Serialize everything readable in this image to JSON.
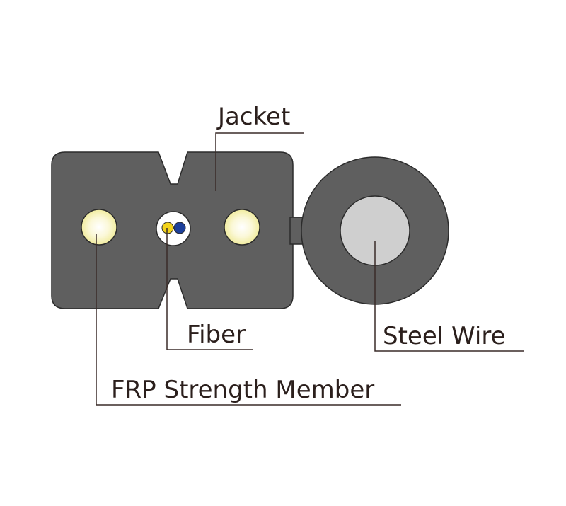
{
  "labels": {
    "jacket": "Jacket",
    "fiber": "Fiber",
    "steel_wire": "Steel Wire",
    "frp_strength_member": "FRP Strength Member"
  },
  "colors": {
    "background": "#ffffff",
    "jacket": "#5f5f5f",
    "outline": "#2b2b2b",
    "frp_core": "#f8f4bf",
    "fiber_tube": "#ffffff",
    "fiber_yellow": "#f2d21a",
    "fiber_blue": "#1c3f9a",
    "steel_core": "#cfcfcf",
    "leader_line": "#3a2c28",
    "label_text": "#2b1f1c"
  }
}
